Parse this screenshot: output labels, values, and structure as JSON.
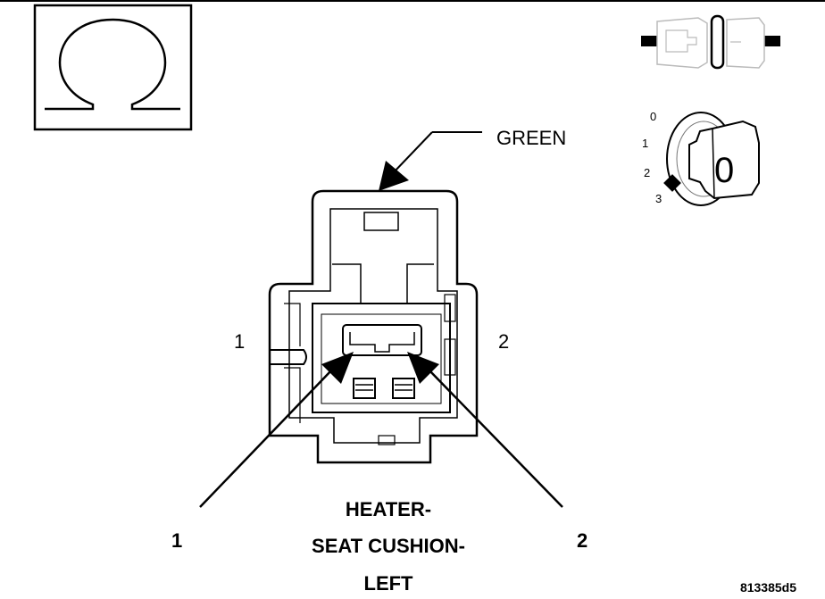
{
  "symbols": {
    "ohmmeter_icon": "ohm-symbol",
    "disconnect_icon": "connector-disconnected",
    "ignition_icon": "ignition-key-off"
  },
  "ignition": {
    "positions": [
      "3",
      "2",
      "1",
      "0"
    ],
    "key_label": "0"
  },
  "connector": {
    "color_label": "GREEN",
    "cavity_left": "1",
    "cavity_right": "2"
  },
  "probes": {
    "left_label": "1",
    "right_label": "2"
  },
  "title": {
    "line1": "HEATER-",
    "line2": "SEAT CUSHION-",
    "line3": "LEFT"
  },
  "figure_id": "813385d5"
}
